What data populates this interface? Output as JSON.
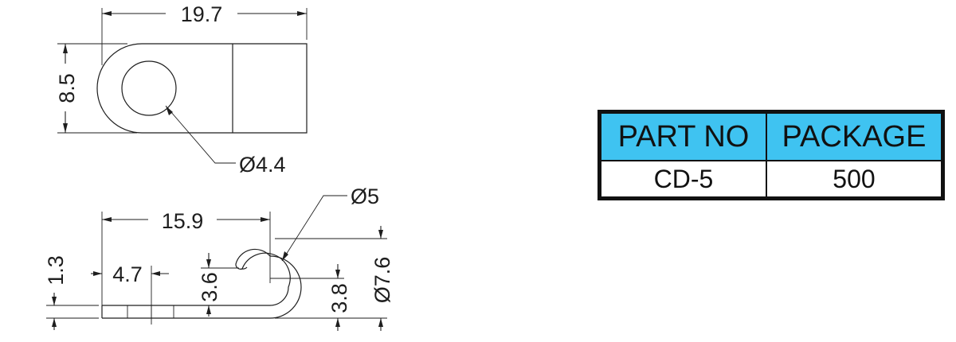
{
  "drawing": {
    "dimensions": {
      "length_top": "19.7",
      "width_top": "8.5",
      "hole_diameter": "Ø4.4",
      "length_side": "15.9",
      "curl_diameter": "Ø5",
      "thickness": "1.3",
      "tab_length": "4.7",
      "inner_height": "3.6",
      "half_height": "3.8",
      "outer_diameter": "Ø7.6"
    }
  },
  "table": {
    "headers": [
      "PART NO",
      "PACKAGE"
    ],
    "rows": [
      [
        "CD-5",
        "500"
      ]
    ],
    "header_color": "#3fc3f1",
    "border_color": "#111111"
  }
}
